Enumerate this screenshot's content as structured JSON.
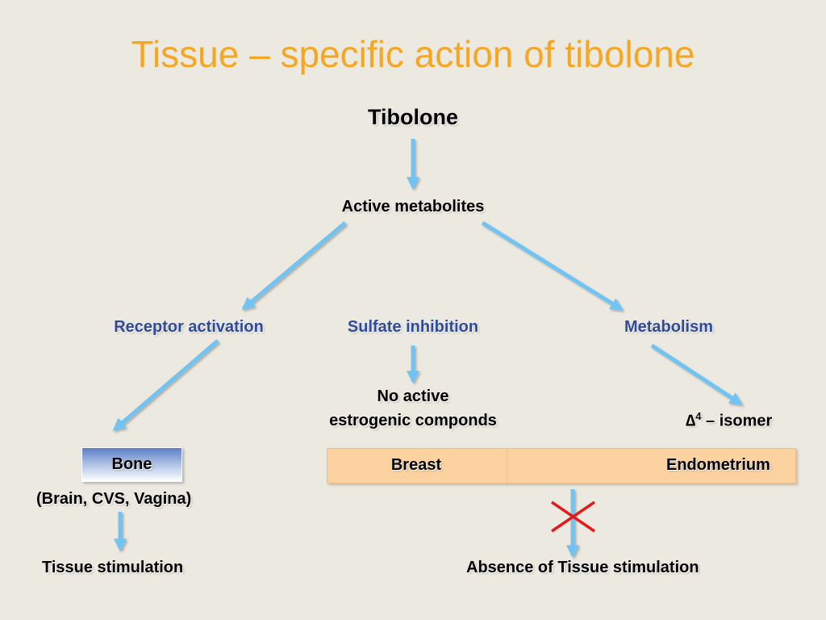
{
  "title": "Tissue – specific action of tibolone",
  "nodes": {
    "tibolone": "Tibolone",
    "active_metabolites": "Active metabolites",
    "receptor_activation": "Receptor activation",
    "sulfate_inhibition": "Sulfate inhibition",
    "metabolism": "Metabolism",
    "no_active_line1": "No active",
    "no_active_line2": "estrogenic componds",
    "delta_symbol": "∆",
    "delta_super": "4",
    "delta_rest": " – isomer",
    "bone": "Bone",
    "bone_sub": "(Brain, CVS, Vagina)",
    "breast": "Breast",
    "endometrium": "Endometrium",
    "tissue_stimulation": "Tissue stimulation",
    "absence_stimulation": "Absence of Tissue stimulation"
  },
  "colors": {
    "title": "#f5a623",
    "branch_text": "#2f4a9a",
    "arrow": "#6fc3f2",
    "cross": "#e31b1b",
    "peach": "#fcd2a0",
    "background": "#ece9e0"
  }
}
